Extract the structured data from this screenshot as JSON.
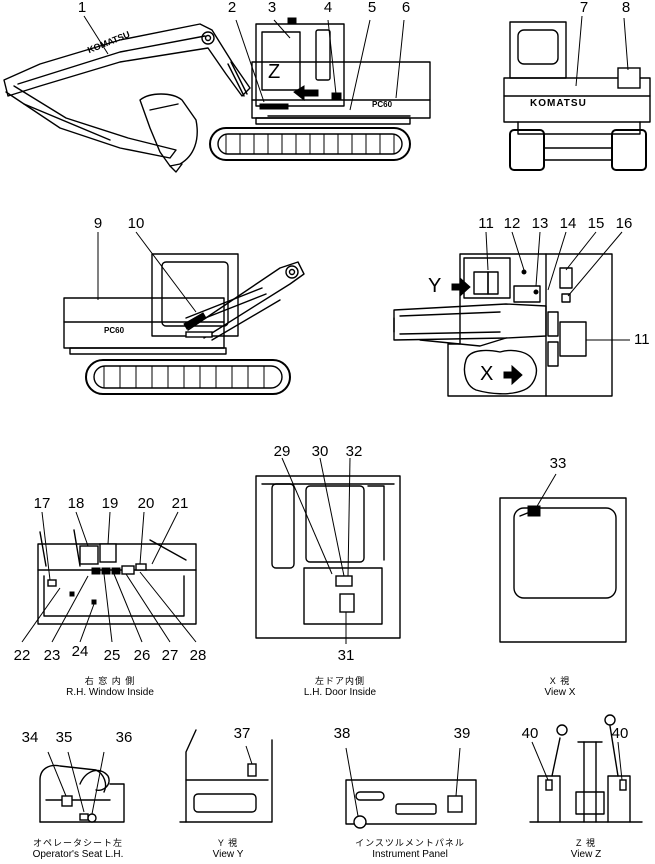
{
  "callouts": [
    "1",
    "2",
    "3",
    "4",
    "5",
    "6",
    "7",
    "8",
    "9",
    "10",
    "11",
    "12",
    "13",
    "14",
    "15",
    "16",
    "11",
    "17",
    "18",
    "19",
    "20",
    "21",
    "22",
    "23",
    "24",
    "25",
    "26",
    "27",
    "28",
    "29",
    "30",
    "32",
    "31",
    "33",
    "34",
    "35",
    "36",
    "37",
    "38",
    "39",
    "40",
    "40"
  ],
  "markers": {
    "z": "Z",
    "y": "Y",
    "x": "X"
  },
  "brand": {
    "boom_text": "KOMATSU",
    "rear_text": "KOMATSU",
    "model_right": "PC60",
    "model_left": "PC60"
  },
  "captions": {
    "rh_window": {
      "jp": "右 窓 内 側",
      "en": "R.H. Window Inside"
    },
    "lh_door": {
      "jp": "左ドア内側",
      "en": "L.H. Door Inside"
    },
    "view_x": {
      "jp": "X 視",
      "en": "View X"
    },
    "operator_seat": {
      "jp": "オペレータシート左",
      "en": "Operator's Seat L.H."
    },
    "view_y": {
      "jp": "Y 視",
      "en": "View Y"
    },
    "instrument_panel": {
      "jp": "インスツルメントパネル",
      "en": "Instrument Panel"
    },
    "view_z": {
      "jp": "Z 視",
      "en": "View Z"
    }
  }
}
